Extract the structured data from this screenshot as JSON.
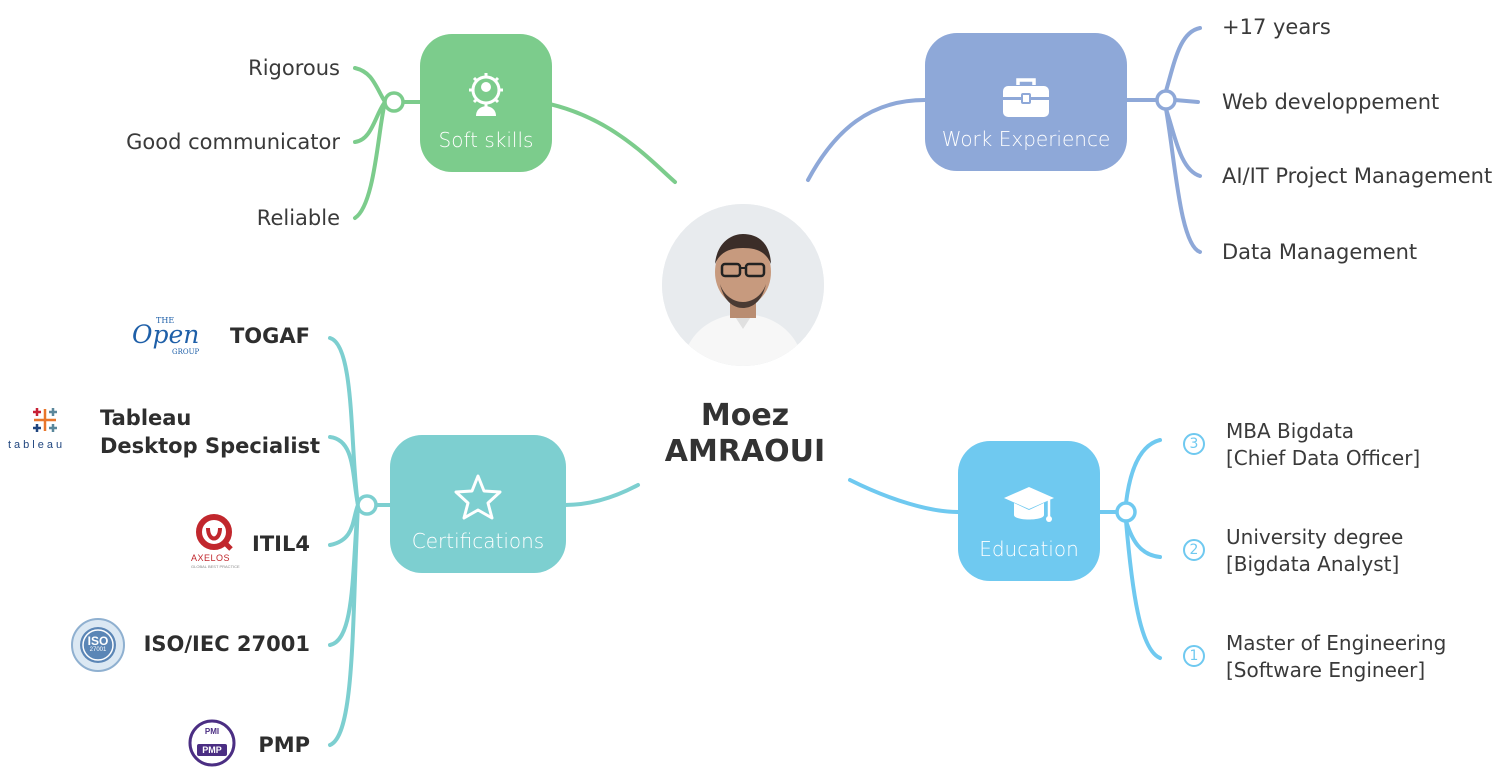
{
  "center": {
    "name_line1": "Moez",
    "name_line2": "AMRAOUI",
    "avatar_icon": "person-photo"
  },
  "colors": {
    "soft_skills": "#7ccc8c",
    "work_experience": "#8ea8d8",
    "certifications": "#7dcfd0",
    "education": "#6fc9f0"
  },
  "soft_skills": {
    "label": "Soft skills",
    "icon": "gear-person-icon",
    "items": [
      "Rigorous",
      "Good communicator",
      "Reliable"
    ]
  },
  "work_experience": {
    "label": "Work Experience",
    "icon": "briefcase-icon",
    "items": [
      "+17 years",
      "Web developpement",
      "AI/IT Project Management",
      "Data Management"
    ]
  },
  "certifications": {
    "label": "Certifications",
    "icon": "star-icon",
    "items": [
      {
        "line1": "TOGAF",
        "line2": "",
        "logo": "open-group-logo",
        "logo_text": [
          "THE",
          "Open",
          "GROUP"
        ]
      },
      {
        "line1": "Tableau",
        "line2": "Desktop Specialist",
        "logo": "tableau-logo",
        "logo_text": [
          "tableau"
        ]
      },
      {
        "line1": "ITIL4",
        "line2": "",
        "logo": "axelos-logo",
        "logo_text": [
          "AXELOS",
          "GLOBAL BEST PRACTICE"
        ]
      },
      {
        "line1": "ISO/IEC 27001",
        "line2": "",
        "logo": "iso-seal-logo",
        "logo_text": [
          "ISO",
          "27001"
        ]
      },
      {
        "line1": "PMP",
        "line2": "",
        "logo": "pmi-pmp-logo",
        "logo_text": [
          "PMI",
          "PMP"
        ]
      }
    ]
  },
  "education": {
    "label": "Education",
    "icon": "graduation-cap-icon",
    "items": [
      {
        "num": "3",
        "line1": "MBA Bigdata",
        "line2": "[Chief Data Officer]"
      },
      {
        "num": "2",
        "line1": "University degree",
        "line2": "[Bigdata Analyst]"
      },
      {
        "num": "1",
        "line1": "Master of Engineering",
        "line2": "[Software Engineer]"
      }
    ]
  }
}
